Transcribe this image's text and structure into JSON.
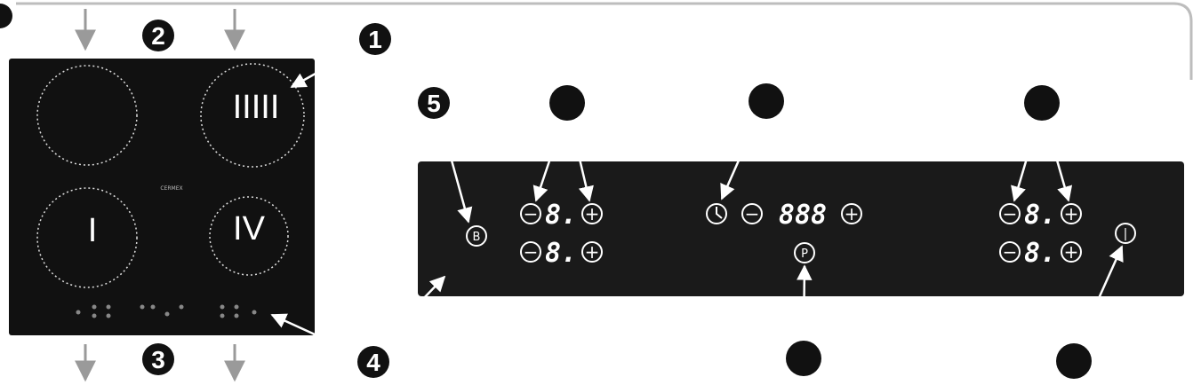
{
  "callouts": {
    "one": "1",
    "two": "2",
    "three": "3",
    "four": "4",
    "five": "5"
  },
  "zones": {
    "top_right": "IIIII",
    "bottom_left": "I",
    "bottom_right": "IV"
  },
  "hob_brand": "CERMEX",
  "panel": {
    "lock_symbol": "B",
    "minus_symbol": "−",
    "plus_symbol": "+",
    "zone_display": "8.",
    "timer_display": "888",
    "power_symbol": "|",
    "key_symbol": "P"
  },
  "colors": {
    "hob": "#111111",
    "panel": "#1a1a1a",
    "marker": "#111111",
    "arrow": "#9a9a9a",
    "frame": "#bdbdbd"
  }
}
